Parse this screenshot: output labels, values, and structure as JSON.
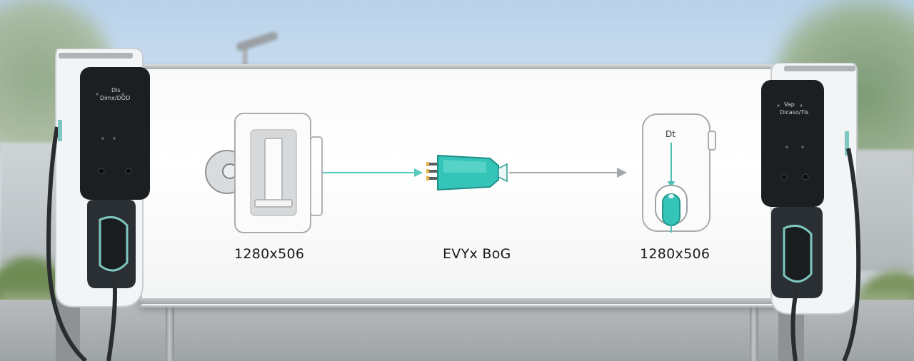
{
  "sign": {
    "left_caption": "1280x506",
    "center_caption": "EVYx BoG",
    "right_caption": "1280x506",
    "right_icon_text": "Dt"
  },
  "chargers": {
    "left_screen_text": "Dis",
    "left_screen_subtext": "Dimx/DOD",
    "right_screen_text": "Vap",
    "right_screen_subtext": "Dicaso/Tis"
  },
  "colors": {
    "accent_teal": "#35c4b8",
    "charger_body": "#f2f4f5",
    "charger_screen": "#1c1f22",
    "line_gray": "#a8acaf"
  }
}
